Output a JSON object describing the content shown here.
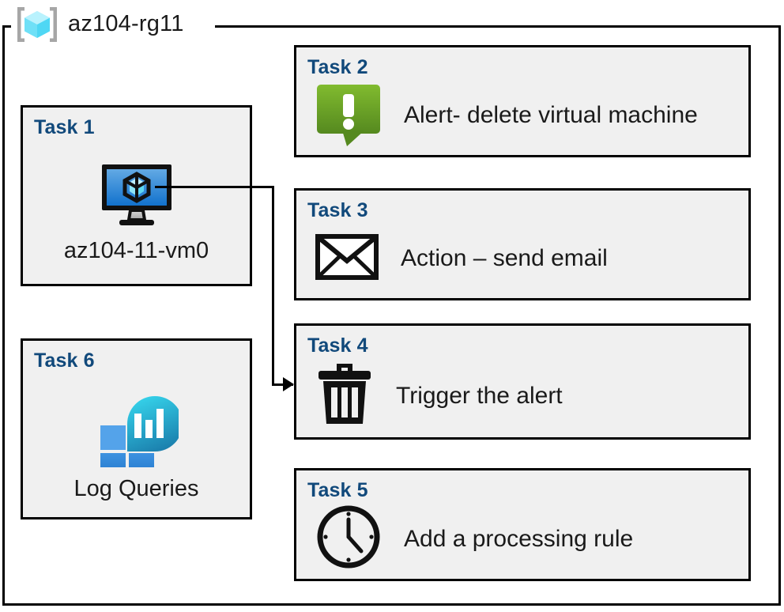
{
  "resource_group": {
    "name": "az104-rg11",
    "icon": "resource-group-cube-icon"
  },
  "colors": {
    "task_label": "#11497b",
    "card_background": "#f0f0f0",
    "card_border": "#000000",
    "rg_icon_cube_light": "#9cebfb",
    "rg_icon_cube_mid": "#4fd7f4",
    "rg_icon_bracket": "#a6a6a6",
    "vm_icon_screen_top": "#5ba3e0",
    "vm_icon_screen_bottom": "#1a76cf",
    "alert_green_light": "#7fba2e",
    "alert_green_dark": "#578e22",
    "log_tile_blue": "#2f86d8",
    "log_tile_blue_light": "#54a3ea",
    "log_blob_cyan": "#32d0e8",
    "log_blob_teal": "#1d80ab",
    "text": "#1a1a1a"
  },
  "tasks": [
    {
      "id": "task-1",
      "label": "Task 1",
      "caption": "az104-11-vm0",
      "icon": "virtual-machine-icon",
      "column": "left"
    },
    {
      "id": "task-2",
      "label": "Task 2",
      "caption": "Alert- delete virtual machine",
      "icon": "alert-bubble-icon",
      "column": "right"
    },
    {
      "id": "task-3",
      "label": "Task 3",
      "caption": "Action – send email",
      "icon": "envelope-icon",
      "column": "right"
    },
    {
      "id": "task-4",
      "label": "Task 4",
      "caption": "Trigger the alert",
      "icon": "trash-can-icon",
      "column": "right"
    },
    {
      "id": "task-5",
      "label": "Task 5",
      "caption": "Add a processing rule",
      "icon": "clock-icon",
      "column": "right"
    },
    {
      "id": "task-6",
      "label": "Task 6",
      "caption": "Log Queries",
      "icon": "log-analytics-icon",
      "column": "left"
    }
  ],
  "connector": {
    "from": "task-1",
    "to": "task-4",
    "style": "elbow-with-arrowhead"
  }
}
